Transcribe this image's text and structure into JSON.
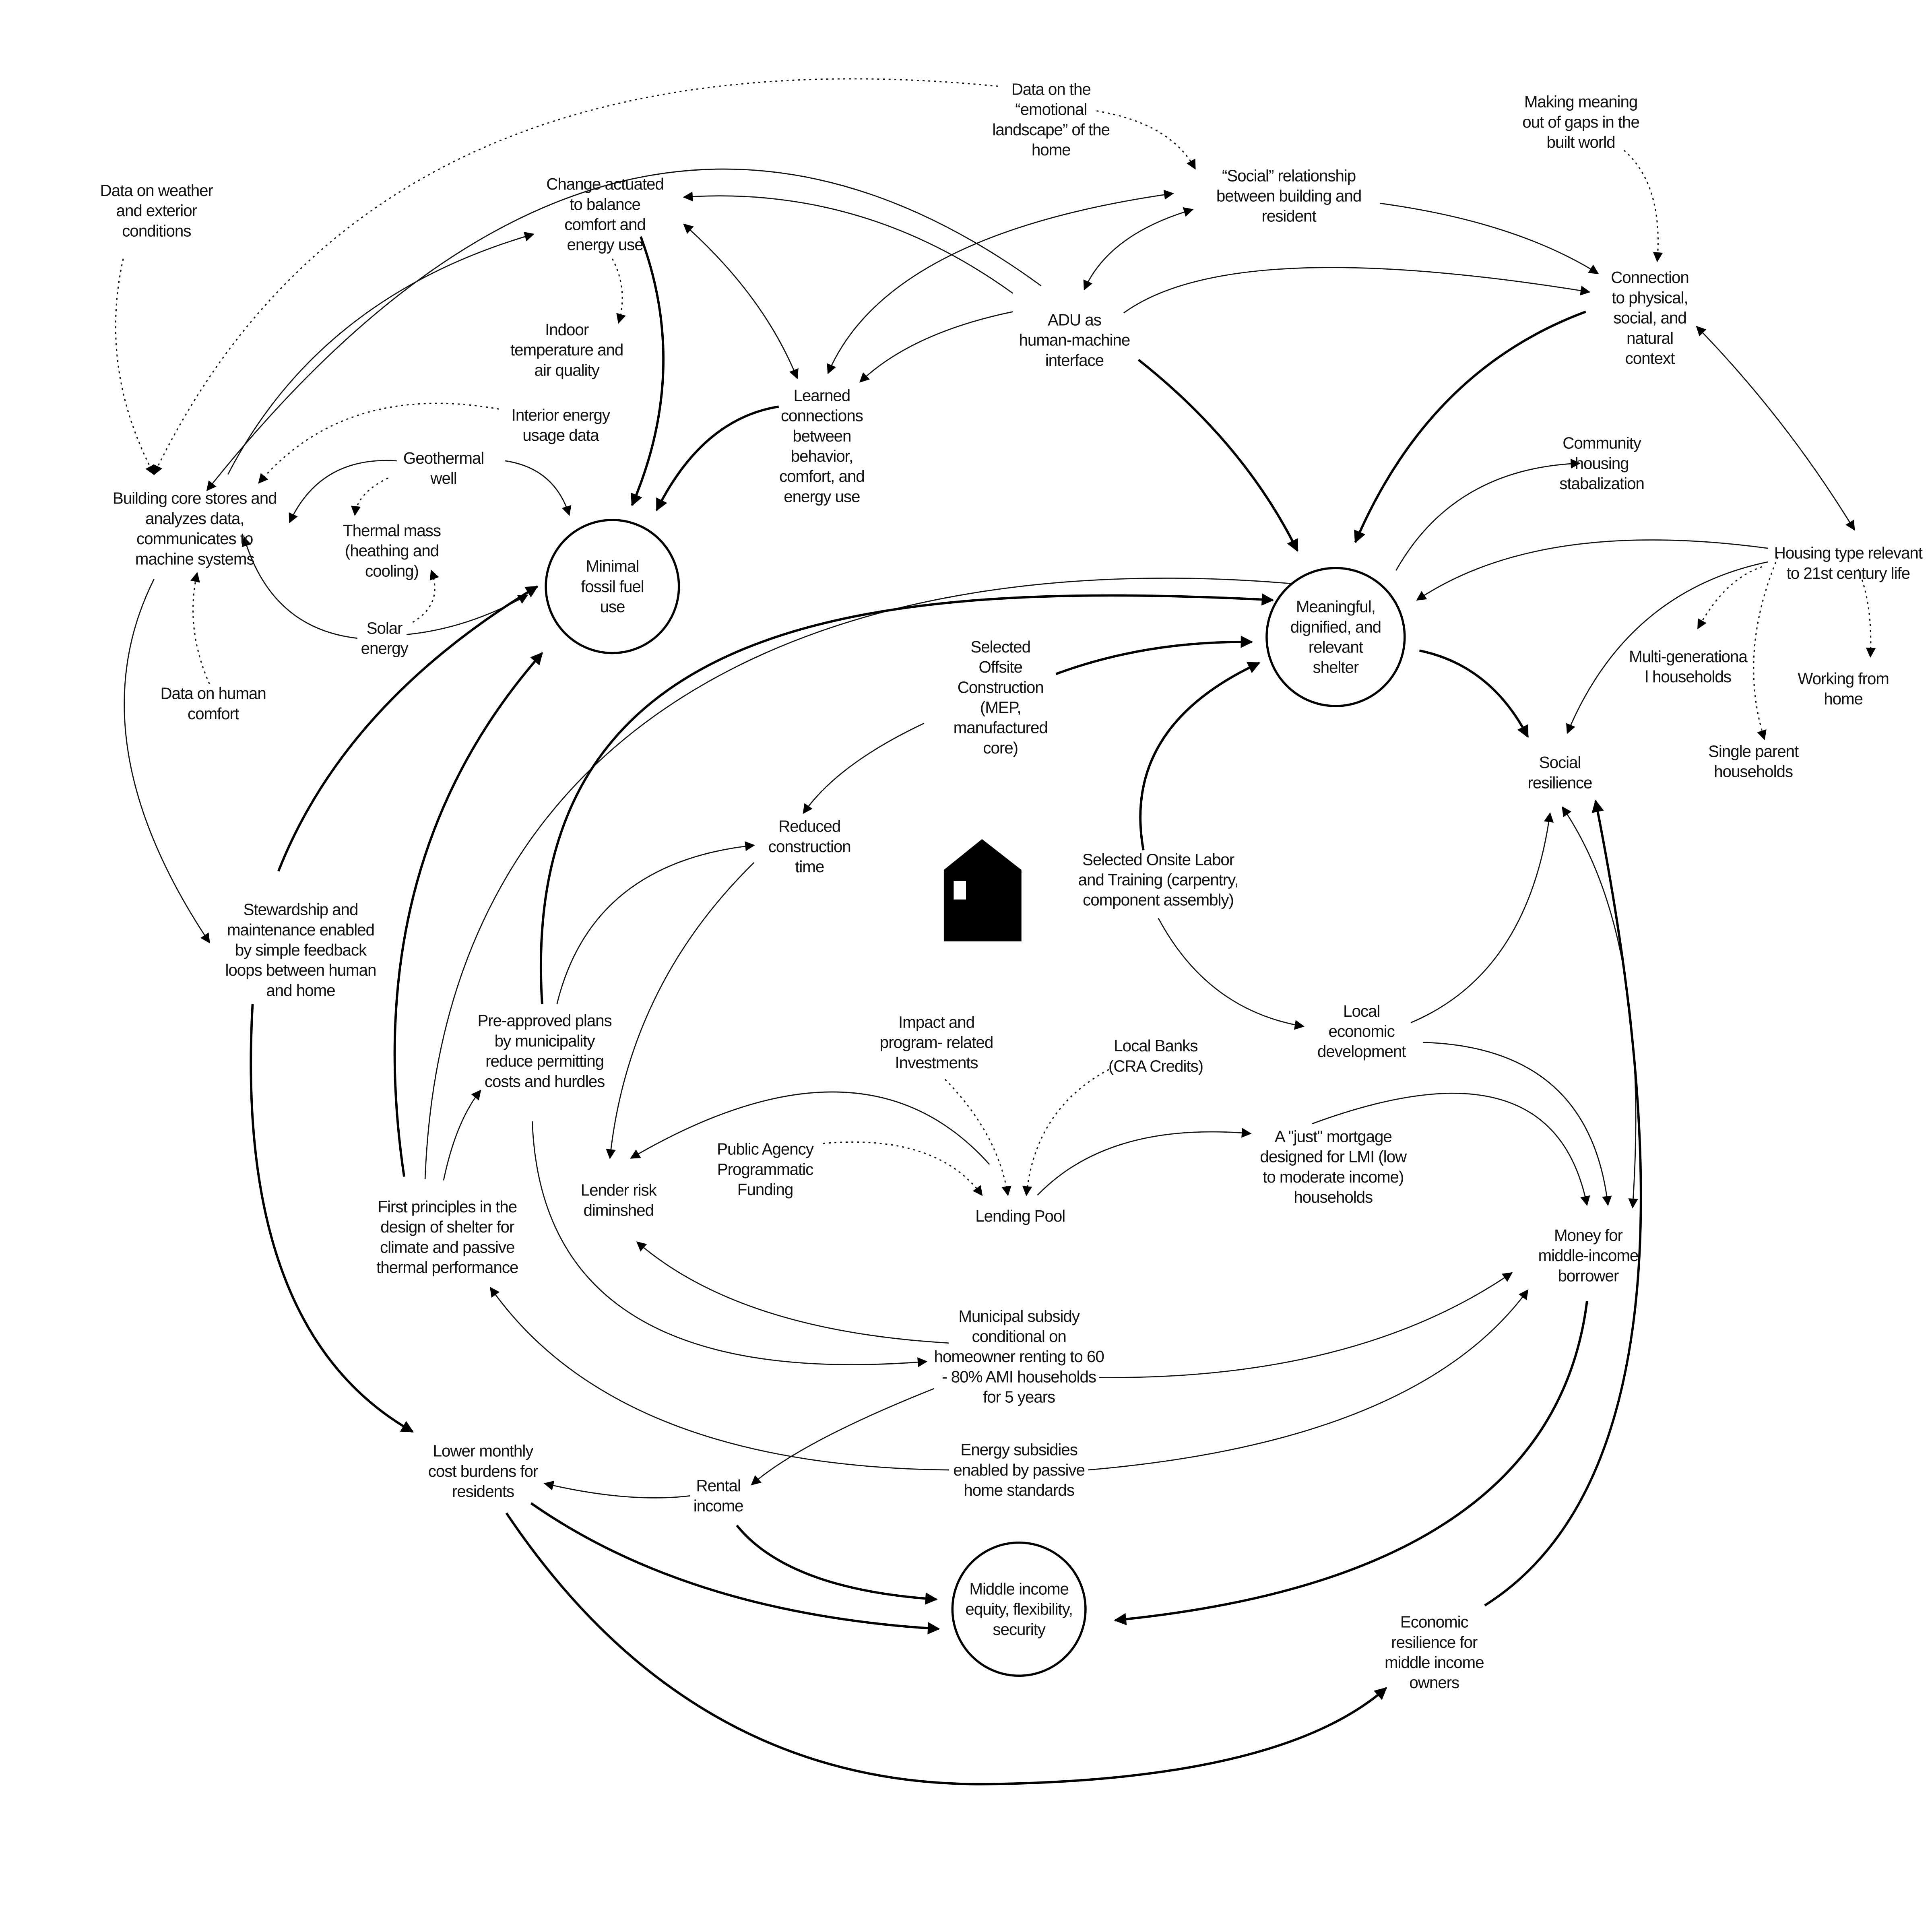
{
  "nodes": {
    "weather": [
      "Data on weather",
      "and exterior",
      "conditions"
    ],
    "emotional": [
      "Data on the",
      "“emotional",
      "landscape” of the",
      "home"
    ],
    "meaning": [
      "Making meaning",
      "out of gaps in the",
      "built world"
    ],
    "change": [
      "Change actuated",
      "to balance",
      "comfort and",
      "energy use"
    ],
    "social_rel": [
      "“Social” relationship",
      "between building and",
      "resident"
    ],
    "connection": [
      "Connection",
      "to physical,",
      "social, and",
      "natural",
      "context"
    ],
    "adu": [
      "ADU as",
      "human-machine",
      "interface"
    ],
    "indoor": [
      "Indoor",
      "temperature and",
      "air quality"
    ],
    "learned": [
      "Learned",
      "connections",
      "between",
      "behavior,",
      "comfort, and",
      "energy use"
    ],
    "interior": [
      "Interior energy",
      "usage data"
    ],
    "geothermal": [
      "Geothermal",
      "well"
    ],
    "building_core": [
      "Building core  stores and",
      "analyzes data,",
      "communicates to",
      "machine systems"
    ],
    "thermal": [
      "Thermal mass",
      "(heathing and",
      "cooling)"
    ],
    "solar": [
      "Solar",
      "energy"
    ],
    "min_fossil": [
      "Minimal",
      "fossil fuel",
      "use"
    ],
    "human_comfort": [
      "Data on human",
      "comfort"
    ],
    "community": [
      "Community",
      "housing",
      "stabalization"
    ],
    "housing_type": [
      "Housing type relevant",
      "to 21st century life"
    ],
    "meaningful": [
      "Meaningful,",
      "dignified, and",
      "relevant",
      "shelter"
    ],
    "offsite": [
      "Selected",
      "Offsite",
      "Construction",
      "(MEP,",
      "manufactured",
      "core)"
    ],
    "multigen": [
      "Multi-generationa",
      "l households"
    ],
    "working": [
      "Working from",
      "home"
    ],
    "single": [
      "Single parent",
      "households"
    ],
    "social_res": [
      "Social",
      "resilience"
    ],
    "reduced": [
      "Reduced",
      "construction",
      "time"
    ],
    "onsite": [
      "Selected Onsite Labor",
      "and Training (carpentry,",
      "component assembly)"
    ],
    "stewardship": [
      "Stewardship and",
      "maintenance enabled",
      "by simple feedback",
      "loops between human",
      "and home"
    ],
    "preapproved": [
      "Pre-approved plans",
      "by municipality",
      "reduce permitting",
      "costs and hurdles"
    ],
    "impact": [
      "Impact and",
      "program- related",
      "Investments"
    ],
    "local_econ": [
      "Local",
      "economic",
      "development"
    ],
    "local_banks": [
      "Local Banks",
      "(CRA Credits)"
    ],
    "just_mortgage": [
      "A \"just\" mortgage",
      "designed for LMI (low",
      "to moderate income)",
      "households"
    ],
    "public": [
      "Public Agency",
      "Programmatic",
      "Funding"
    ],
    "lender": [
      "Lender risk",
      "diminshed"
    ],
    "lending": [
      "Lending Pool"
    ],
    "first_principles": [
      "First principles in the",
      "design of shelter for",
      "climate and passive",
      "thermal performance"
    ],
    "money": [
      "Money for",
      "middle-income",
      "borrower"
    ],
    "municipal": [
      "Municipal subsidy",
      "conditional on",
      "homeowner renting to 60",
      "- 80% AMI households",
      "for 5 years"
    ],
    "energy_sub": [
      "Energy subsidies",
      "enabled by passive",
      "home standards"
    ],
    "lower": [
      "Lower monthly",
      "cost burdens for",
      "residents"
    ],
    "rental": [
      "Rental",
      "income"
    ],
    "middle": [
      "Middle income",
      "equity, flexibility,",
      "security"
    ],
    "econ_res": [
      "Economic",
      "resilience for",
      "middle income",
      "owners"
    ]
  },
  "icons": {
    "center": "house-icon"
  },
  "colors": {
    "ink": "#000000",
    "background": "#ffffff"
  }
}
